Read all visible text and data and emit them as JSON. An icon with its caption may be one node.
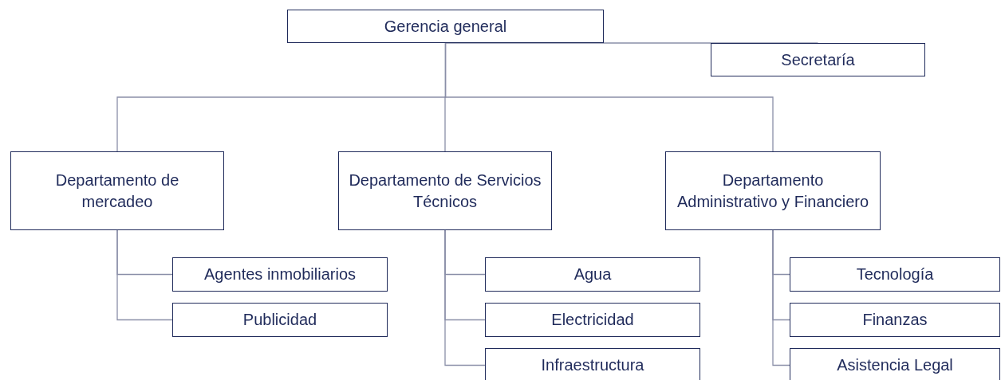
{
  "diagram": {
    "nodes": [
      {
        "text": [
          "Gerencia general"
        ]
      },
      {
        "text": [
          "Secretaría"
        ]
      },
      {
        "text": [
          "Departamento de mercadeo"
        ]
      },
      {
        "text": [
          "Departamento de Servicios Técnicos"
        ]
      },
      {
        "text": [
          "Departamento Administrativo y Financiero"
        ]
      },
      {
        "text": [
          "Agentes inmobiliarios"
        ]
      },
      {
        "text": [
          "Publicidad"
        ]
      },
      {
        "text": [
          "Agua"
        ]
      },
      {
        "text": [
          "Electricidad"
        ]
      },
      {
        "text": [
          "Infraestructura"
        ]
      },
      {
        "text": [
          "Tecnología"
        ]
      },
      {
        "text": [
          "Finanzas"
        ]
      },
      {
        "text": [
          "Asistencia Legal"
        ]
      }
    ],
    "edges": [
      {
        "from": 0,
        "to": 1,
        "arrow": "none"
      },
      {
        "from": 0,
        "to": 2,
        "arrow": "none"
      },
      {
        "from": 0,
        "to": 3,
        "arrow": "none"
      },
      {
        "from": 0,
        "to": 4,
        "arrow": "none"
      },
      {
        "from": 2,
        "to": 5,
        "arrow": "none"
      },
      {
        "from": 2,
        "to": 6,
        "arrow": "none"
      },
      {
        "from": 3,
        "to": 7,
        "arrow": "none"
      },
      {
        "from": 3,
        "to": 8,
        "arrow": "none"
      },
      {
        "from": 3,
        "to": 9,
        "arrow": "none"
      },
      {
        "from": 4,
        "to": 10,
        "arrow": "none"
      },
      {
        "from": 4,
        "to": 11,
        "arrow": "none"
      },
      {
        "from": 4,
        "to": 12,
        "arrow": "none"
      }
    ]
  }
}
